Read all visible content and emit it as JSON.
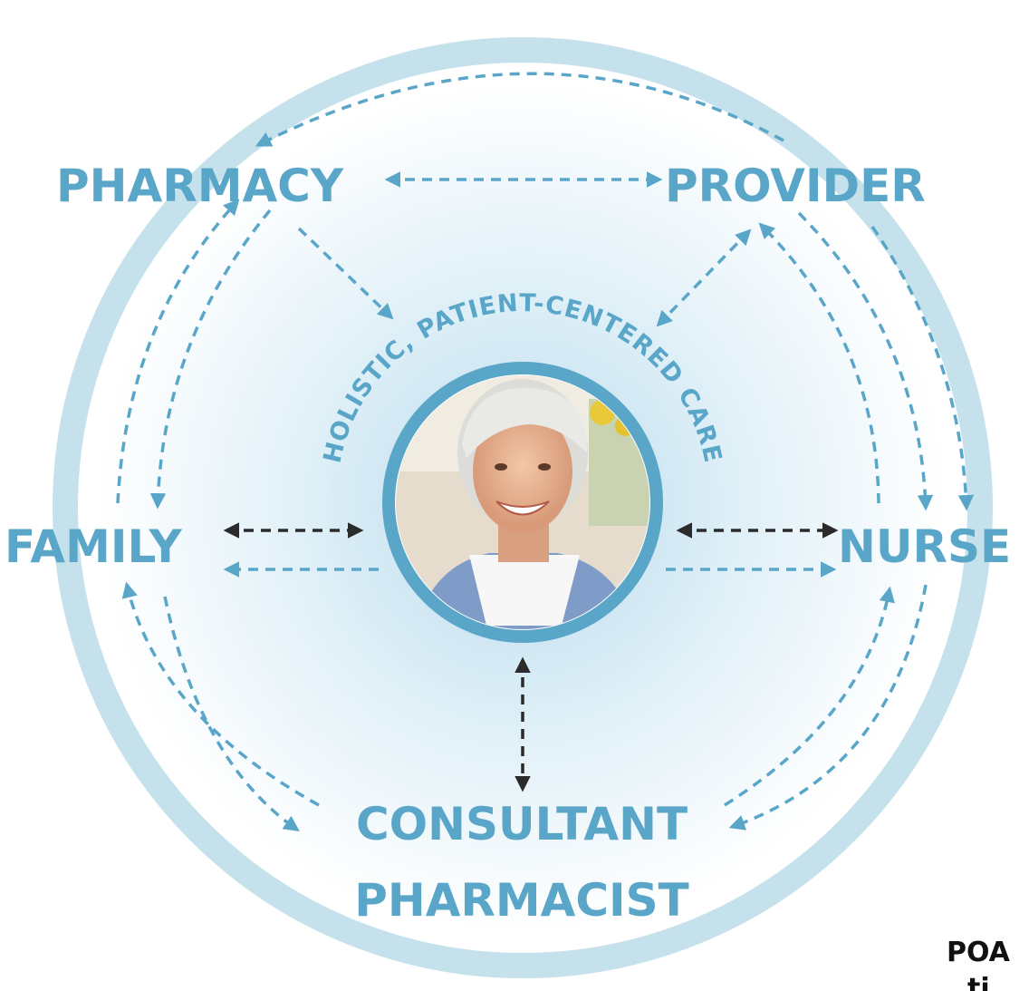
{
  "colors": {
    "ring": "#c5e2ec",
    "accent": "#5aa6c9",
    "dark_arrow": "#2b2b2b",
    "glow": "#cfe8f3"
  },
  "nodes": {
    "pharmacy": "PHARMACY",
    "provider": "PROVIDER",
    "family": "FAMILY",
    "nurse": "NURSE",
    "consultant_line1": "CONSULTANT",
    "consultant_line2": "PHARMACIST"
  },
  "center": {
    "arc_text": "HOLISTIC, PATIENT-CENTERED CARE",
    "photo_subject": "smiling-senior-woman"
  },
  "corner_fragment": {
    "line1": "POA",
    "line2": "ti"
  }
}
